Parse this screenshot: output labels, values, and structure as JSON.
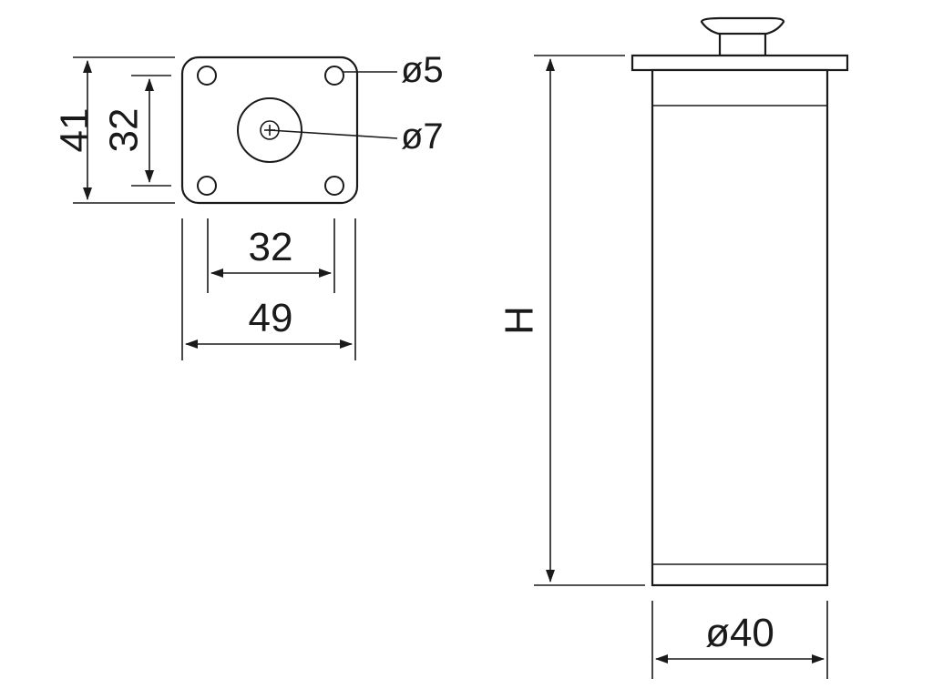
{
  "plate_view": {
    "height_outer": "41",
    "height_inner": "32",
    "width_inner": "32",
    "width_outer": "49",
    "hole_small": "ø5",
    "hole_center": "ø7"
  },
  "leg_view": {
    "height": "H",
    "diameter": "ø40"
  }
}
